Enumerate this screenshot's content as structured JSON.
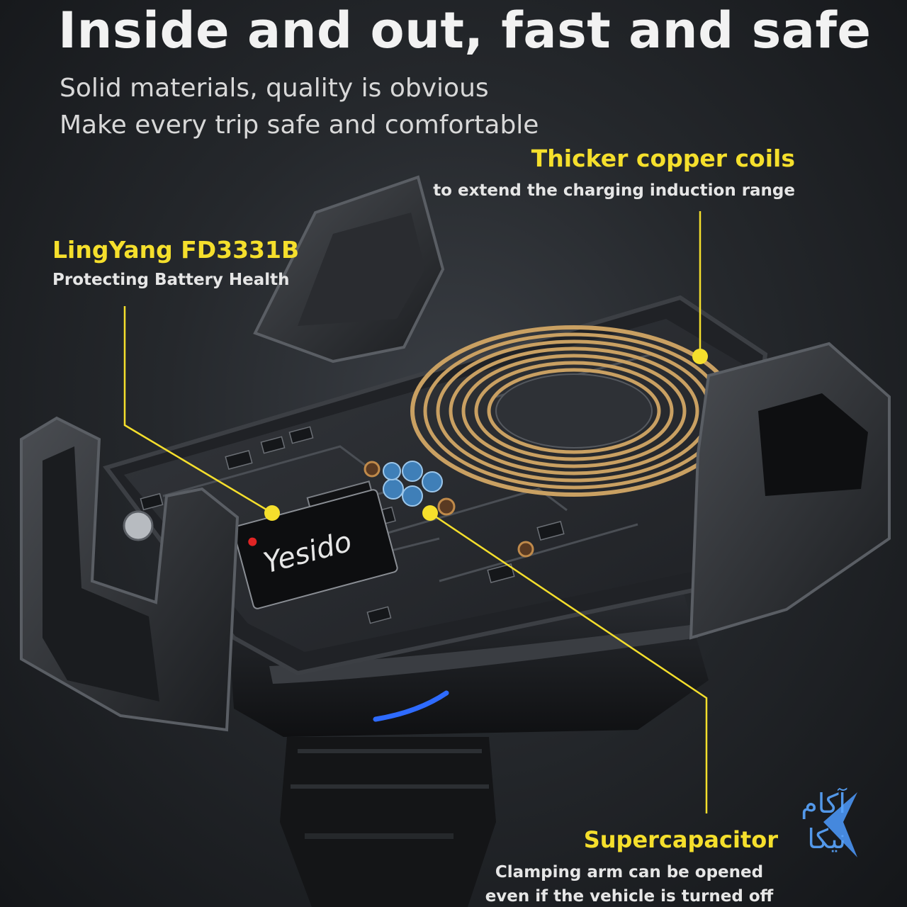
{
  "headline": "Inside and out, fast and safe",
  "subheadline_line1": "Solid materials, quality is obvious",
  "subheadline_line2": "Make every trip safe and comfortable",
  "callouts": {
    "coils": {
      "title": "Thicker copper coils",
      "desc": "to extend the charging induction range"
    },
    "chip": {
      "title": "LingYang FD3331B",
      "desc": "Protecting Battery Health"
    },
    "capacitor": {
      "title": "Supercapacitor",
      "desc_line1": "Clamping arm can be opened",
      "desc_line2": "even if the vehicle is turned off"
    }
  },
  "device_brand": "Yesido",
  "watermark": {
    "line1": "آکام",
    "line2": "نیکا"
  },
  "colors": {
    "accent": "#f5df2c",
    "indicator": "#2e6bff",
    "copper": "#c9a062",
    "watermark": "#4d9bff"
  }
}
